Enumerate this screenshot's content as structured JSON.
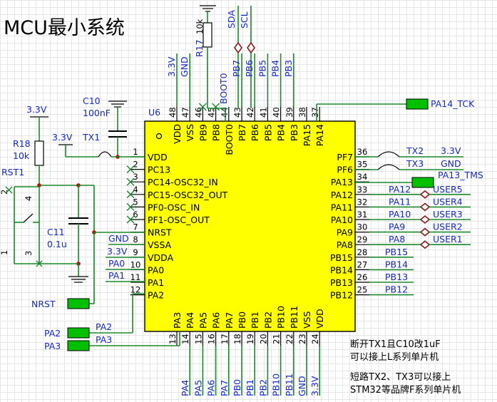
{
  "title": "MCU最小系统",
  "chip": {
    "ref": "U6",
    "left_pins": [
      {
        "num": "1",
        "name": "VDD"
      },
      {
        "num": "2",
        "name": "PC13"
      },
      {
        "num": "3",
        "name": "PC14-OSC32_IN"
      },
      {
        "num": "4",
        "name": "PC15-OSC32_OUT"
      },
      {
        "num": "5",
        "name": "PF0-OSC_IN"
      },
      {
        "num": "6",
        "name": "PF1-OSC_OUT"
      },
      {
        "num": "7",
        "name": "NRST"
      },
      {
        "num": "8",
        "name": "VSSA"
      },
      {
        "num": "9",
        "name": "VDDA"
      },
      {
        "num": "10",
        "name": "PA0"
      },
      {
        "num": "11",
        "name": "PA1"
      },
      {
        "num": "12",
        "name": "PA2"
      }
    ],
    "right_pins": [
      {
        "num": "36",
        "name": "PF7"
      },
      {
        "num": "35",
        "name": "PF6"
      },
      {
        "num": "34",
        "name": "PA13"
      },
      {
        "num": "33",
        "name": "PA12"
      },
      {
        "num": "32",
        "name": "PA11"
      },
      {
        "num": "31",
        "name": "PA10"
      },
      {
        "num": "30",
        "name": "PA9"
      },
      {
        "num": "29",
        "name": "PA8"
      },
      {
        "num": "28",
        "name": "PB15"
      },
      {
        "num": "27",
        "name": "PB14"
      },
      {
        "num": "26",
        "name": "PB13"
      },
      {
        "num": "25",
        "name": "PB12"
      }
    ],
    "top_pins": [
      {
        "num": "48",
        "name": "VDD"
      },
      {
        "num": "47",
        "name": "VSS"
      },
      {
        "num": "46",
        "name": "PB9"
      },
      {
        "num": "45",
        "name": "PB8"
      },
      {
        "num": "44",
        "name": "BOOT0"
      },
      {
        "num": "43",
        "name": "PB7"
      },
      {
        "num": "42",
        "name": "PB6"
      },
      {
        "num": "41",
        "name": "PB5"
      },
      {
        "num": "40",
        "name": "PB4"
      },
      {
        "num": "39",
        "name": "PB3"
      },
      {
        "num": "38",
        "name": "PA15"
      },
      {
        "num": "37",
        "name": "PA14"
      }
    ],
    "bottom_pins": [
      {
        "num": "13",
        "name": "PA3"
      },
      {
        "num": "14",
        "name": "PA4"
      },
      {
        "num": "15",
        "name": "PA5"
      },
      {
        "num": "16",
        "name": "PA6"
      },
      {
        "num": "17",
        "name": "PA7"
      },
      {
        "num": "18",
        "name": "PB0"
      },
      {
        "num": "19",
        "name": "PB1"
      },
      {
        "num": "20",
        "name": "PB2"
      },
      {
        "num": "21",
        "name": "PB10"
      },
      {
        "num": "22",
        "name": "PB11"
      },
      {
        "num": "23",
        "name": "VSS"
      },
      {
        "num": "24",
        "name": "VDD"
      }
    ]
  },
  "top_nets": [
    "3.3V",
    "GND",
    "",
    "",
    "BOOT0",
    "PB7",
    "PB6",
    "PB5",
    "PB4",
    "PB3"
  ],
  "bottom_nets": [
    "PA4",
    "PA5",
    "PA6",
    "PA7",
    "PB0",
    "PB1",
    "PB2",
    "PB10",
    "PB11",
    "GND",
    "3.3V"
  ],
  "left_nets": {
    "gnd": "GND",
    "v33": "3.3V",
    "pa0": "PA0",
    "pa1": "PA1",
    "pa2": "PA2",
    "pa3": "PA3"
  },
  "right_nets": {
    "tx2": "TX2",
    "tx3": "TX3",
    "v33": "3.3V",
    "gnd": "GND",
    "pa12": "PA12",
    "pa11": "PA11",
    "pa10": "PA10",
    "pa9": "PA9",
    "pa8": "PA8",
    "pb15": "PB15",
    "pb14": "PB14",
    "pb13": "PB13",
    "pb12": "PB12"
  },
  "user_labels": [
    "USER5",
    "USER4",
    "USER3",
    "USER2",
    "USER1"
  ],
  "ports": {
    "pa14_tck": "PA14_TCK",
    "pa13_tms": "PA13_TMS",
    "nrst": "NRST",
    "pa2": "PA2",
    "pa3": "PA3"
  },
  "components": {
    "r17_ref": "R17",
    "r17_val": "10k",
    "sda": "SDA",
    "scl": "SCL",
    "c10_ref": "C10",
    "c10_val": "100nF",
    "tx1": "TX1",
    "v33_tx1": "3.3V",
    "r18_ref": "R18",
    "r18_val": "10k",
    "v33_r18": "3.3V",
    "rst_ref": "RST1",
    "c11_ref": "C11",
    "c11_val": "0.1u",
    "rst_pin1": "1",
    "rst_pin2": "2",
    "rst_pin3": "3",
    "rst_pin4": "4"
  },
  "notes": [
    "断开TX1且C10改1uF",
    "可以接上L系列单片机",
    "短路TX2、TX3可以接上",
    "STM32等品牌F系列单片机"
  ],
  "colors": {
    "chip_fill": "#ffff00",
    "wire": "#1a8a2a",
    "net_label": "#1428c8",
    "port_fill": "#00c000",
    "wire_dark": "#8b1a1a"
  }
}
